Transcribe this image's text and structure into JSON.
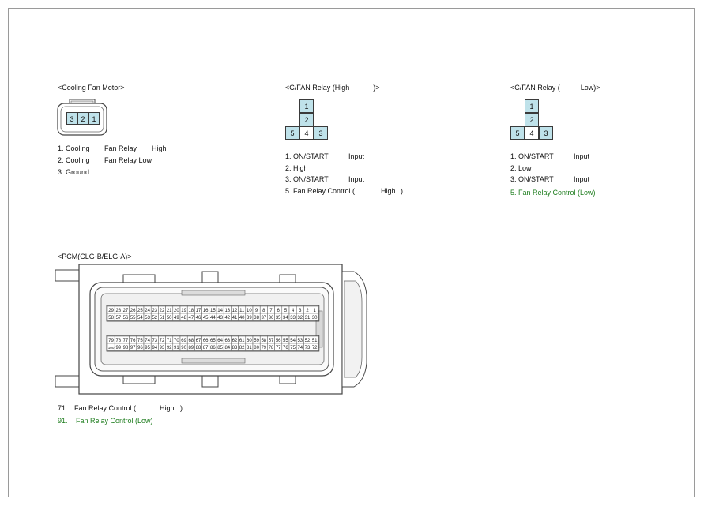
{
  "cooling_fan_motor": {
    "title": "<Cooling Fan Motor>",
    "pins": [
      "3",
      "2",
      "1"
    ],
    "rows": [
      {
        "a": "1. Cooling",
        "b": "Fan Relay",
        "c": "High"
      },
      {
        "a": "2. Cooling",
        "b": "Fan Relay Low",
        "c": ""
      },
      {
        "a": "3. Ground",
        "b": "",
        "c": ""
      }
    ]
  },
  "relay_high": {
    "title": "<C/FAN Relay (High",
    "title_end": ")>",
    "pins": {
      "top": "1",
      "mid": "2",
      "left": "5",
      "center": "4",
      "right": "3"
    },
    "rows": [
      {
        "a": "1. ON/START",
        "b": "Input",
        "c": ""
      },
      {
        "a": "2.   High",
        "b": "",
        "c": ""
      },
      {
        "a": "3.   ON/START",
        "b": "Input",
        "c": ""
      },
      {
        "a": "5.   Fan Relay Control (",
        "b": "High",
        "c": ")"
      }
    ]
  },
  "relay_low": {
    "title": "<C/FAN Relay (",
    "title_end": "Low)>",
    "pins": {
      "top": "1",
      "mid": "2",
      "left": "5",
      "center": "4",
      "right": "3"
    },
    "rows": [
      {
        "a": "1. ON/START",
        "b": "Input",
        "c": ""
      },
      {
        "a": "2.   Low",
        "b": "",
        "c": ""
      },
      {
        "a": "3.   ON/START",
        "b": "Input",
        "c": ""
      },
      {
        "a": "5. Fan Relay Control (Low)",
        "b": "",
        "c": ""
      }
    ]
  },
  "pcm": {
    "title": "<PCM(CLG-B/ELG-A)>",
    "row1": [
      "29",
      "28",
      "27",
      "26",
      "25",
      "24",
      "23",
      "22",
      "21",
      "20",
      "19",
      "18",
      "17",
      "16",
      "15",
      "14",
      "13",
      "12",
      "11",
      "10",
      "9",
      "8",
      "7",
      "6",
      "5",
      "4",
      "3",
      "2",
      "1"
    ],
    "row2": [
      "58",
      "57",
      "56",
      "55",
      "54",
      "53",
      "52",
      "51",
      "50",
      "49",
      "48",
      "47",
      "46",
      "45",
      "44",
      "43",
      "42",
      "41",
      "40",
      "39",
      "38",
      "37",
      "36",
      "35",
      "34",
      "33",
      "32",
      "31",
      "30"
    ],
    "row3": [
      "79",
      "78",
      "77",
      "76",
      "75",
      "74",
      "73",
      "72",
      "71",
      "70",
      "69",
      "68",
      "67",
      "66",
      "65",
      "64",
      "63",
      "62",
      "61",
      "60",
      "59",
      "58",
      "57",
      "56",
      "55",
      "54",
      "53",
      "52",
      "51"
    ],
    "row4": [
      "100",
      "99",
      "98",
      "97",
      "96",
      "95",
      "94",
      "93",
      "92",
      "91",
      "90",
      "89",
      "88",
      "87",
      "86",
      "85",
      "84",
      "83",
      "82",
      "81",
      "80",
      "79",
      "78",
      "77",
      "76",
      "75",
      "74",
      "73",
      "72"
    ],
    "rows": [
      {
        "a": "71.",
        "b": "Fan Relay Control (",
        "c": "High",
        "d": ")"
      },
      {
        "a": "91.",
        "b": "Fan Relay Control (Low)",
        "c": "",
        "d": ""
      }
    ]
  }
}
